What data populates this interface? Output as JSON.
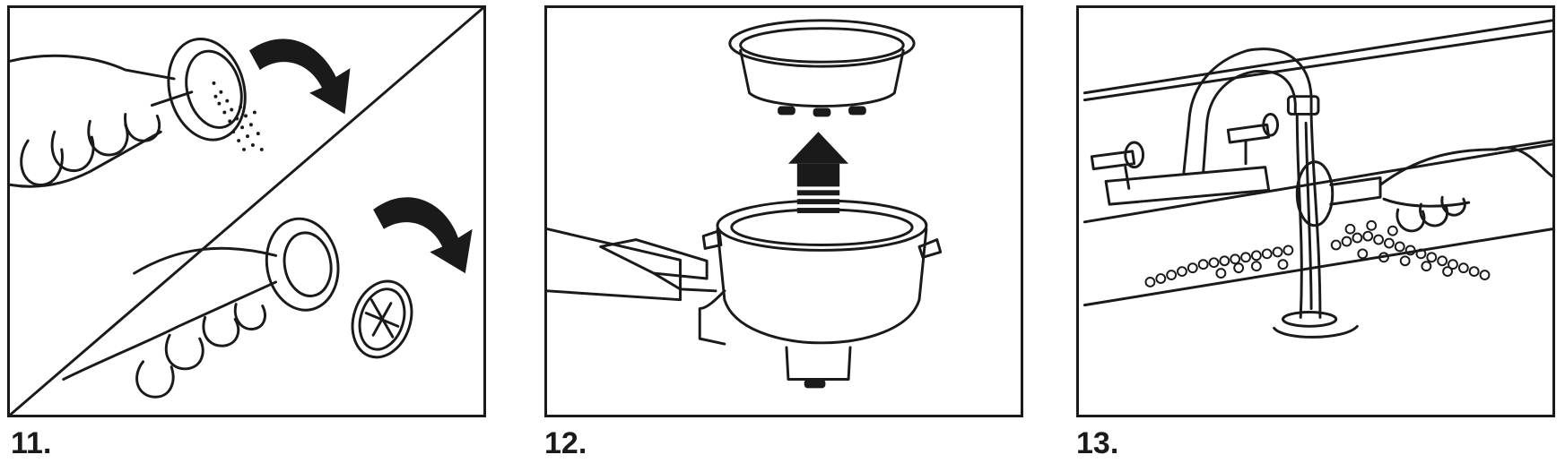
{
  "steps": [
    {
      "number": "11.",
      "icon": "empty-grounds-and-remove-filter-illustration"
    },
    {
      "number": "12.",
      "icon": "lift-filter-out-of-holder-illustration"
    },
    {
      "number": "13.",
      "icon": "rinse-filter-under-faucet-illustration"
    }
  ],
  "colors": {
    "ink": "#1a1a1a",
    "paper": "#ffffff"
  }
}
